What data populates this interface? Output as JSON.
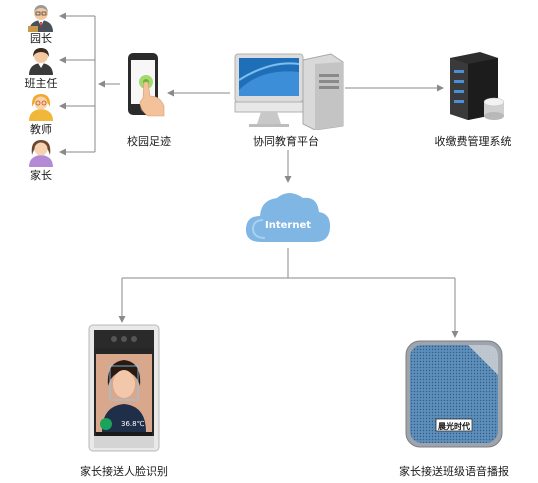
{
  "roles": [
    {
      "label": "园长",
      "icon": "principal-person-icon"
    },
    {
      "label": "班主任",
      "icon": "head-teacher-person-icon"
    },
    {
      "label": "教师",
      "icon": "teacher-person-icon"
    },
    {
      "label": "家长",
      "icon": "parent-person-icon"
    }
  ],
  "nodes": {
    "campus": "校园足迹",
    "platform": "协同教育平台",
    "billing": "收缴费管理系统",
    "internet": "Internet",
    "face_device": "家长接送人脸识别",
    "speaker_device": "家长接送班级语音播报"
  },
  "device_screen": {
    "temperature": "36.8℃"
  },
  "speaker_brand": "晨光时代",
  "colors": {
    "line": "#8a8a8a",
    "cloud": "#7fb6e3",
    "speaker": "#5e8fba"
  }
}
